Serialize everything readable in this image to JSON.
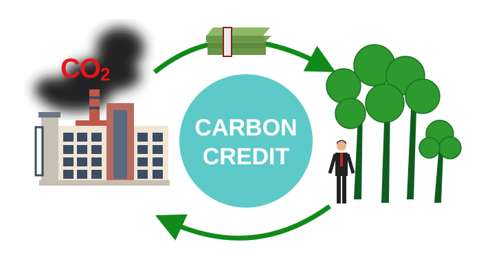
{
  "center": {
    "line1": "CARBON",
    "line2": "CREDIT"
  },
  "emission_label": {
    "main": "CO",
    "subscript": "2"
  },
  "colors": {
    "circle": "#5ec9c9",
    "arrow": "#118a1a",
    "co2": "#e8141b",
    "tree": "#2c9a2e"
  }
}
